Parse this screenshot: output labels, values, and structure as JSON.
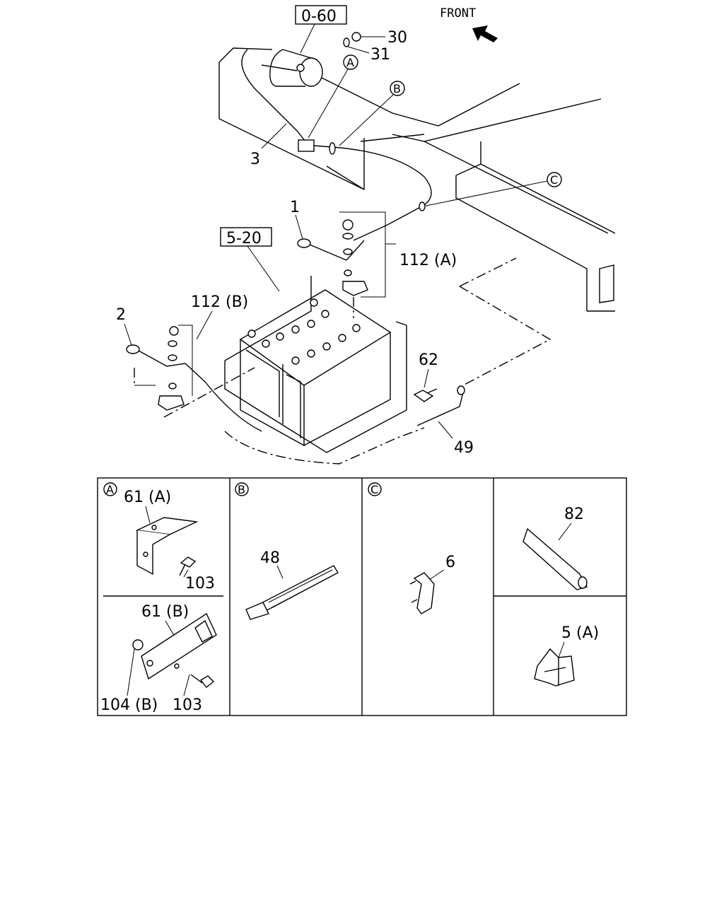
{
  "direction_label": "FRONT",
  "refs": {
    "ref_0_60": "0-60",
    "ref_5_20": "5-20"
  },
  "callouts": {
    "a": "A",
    "b": "B",
    "c": "C"
  },
  "parts": {
    "p30": "30",
    "p31": "31",
    "p3": "3",
    "p1": "1",
    "p112a": "112 (A)",
    "p112b": "112 (B)",
    "p2": "2",
    "p62": "62",
    "p49": "49"
  },
  "detail_panels": {
    "a": {
      "letter": "A",
      "top_bracket": "61 (A)",
      "top_bolt": "103",
      "bottom_bracket": "61 (B)",
      "bottom_nut": "104 (B)",
      "bottom_bolt": "103"
    },
    "b": {
      "letter": "B",
      "tie": "48"
    },
    "c": {
      "letter": "C",
      "clip": "6"
    },
    "d": {
      "tube": "82",
      "clamp": "5 (A)"
    }
  },
  "icons": {
    "front_arrow": "arrow-up-left-icon"
  }
}
